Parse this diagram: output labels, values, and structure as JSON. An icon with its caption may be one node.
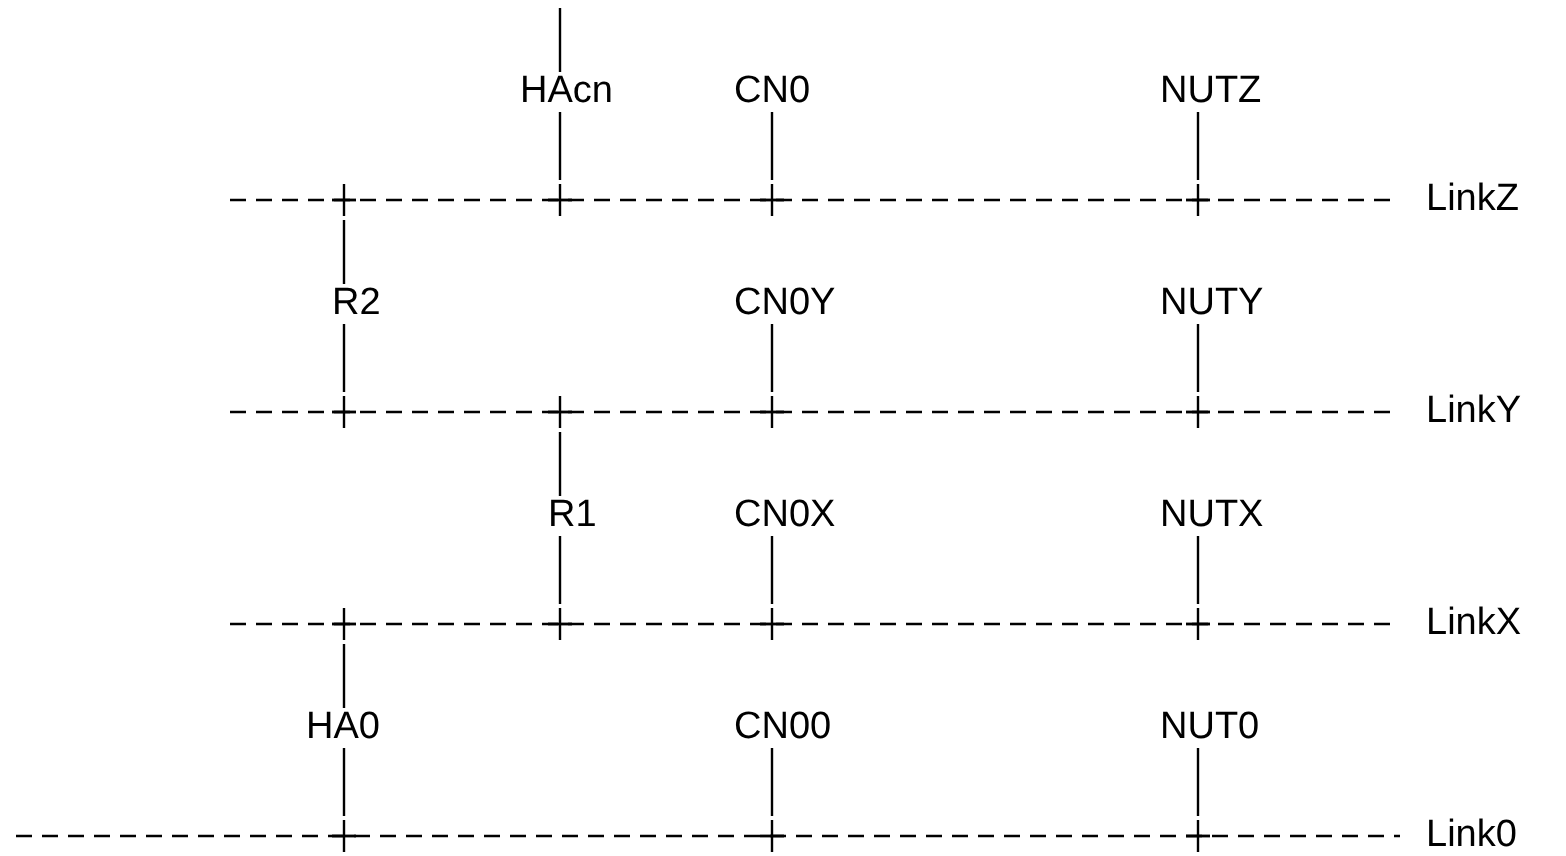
{
  "diagram": {
    "nodes": [
      {
        "text": [
          "HAcn"
        ]
      },
      {
        "text": [
          "CN0"
        ]
      },
      {
        "text": [
          "NUTZ"
        ]
      },
      {
        "text": [
          "LinkZ"
        ]
      },
      {
        "text": [
          "R2"
        ]
      },
      {
        "text": [
          "CN0Y"
        ]
      },
      {
        "text": [
          "NUTY"
        ]
      },
      {
        "text": [
          "LinkY"
        ]
      },
      {
        "text": [
          "R1"
        ]
      },
      {
        "text": [
          "CN0X"
        ]
      },
      {
        "text": [
          "NUTX"
        ]
      },
      {
        "text": [
          "LinkX"
        ]
      },
      {
        "text": [
          "HA0"
        ]
      },
      {
        "text": [
          "CN00"
        ]
      },
      {
        "text": [
          "NUT0"
        ]
      },
      {
        "text": [
          "Link0"
        ]
      }
    ],
    "edges": [
      {
        "from": null,
        "to": 0,
        "arrow": "none"
      },
      {
        "from": 0,
        "to": 3,
        "arrow": "none"
      },
      {
        "from": 1,
        "to": 3,
        "arrow": "none"
      },
      {
        "from": 2,
        "to": 3,
        "arrow": "none"
      },
      {
        "from": 4,
        "to": 3,
        "arrow": "none"
      },
      {
        "from": 4,
        "to": 7,
        "arrow": "none"
      },
      {
        "from": 5,
        "to": 7,
        "arrow": "none"
      },
      {
        "from": 6,
        "to": 7,
        "arrow": "none"
      },
      {
        "from": 8,
        "to": 7,
        "arrow": "none"
      },
      {
        "from": 8,
        "to": 11,
        "arrow": "none"
      },
      {
        "from": 9,
        "to": 11,
        "arrow": "none"
      },
      {
        "from": 10,
        "to": 11,
        "arrow": "none"
      },
      {
        "from": 12,
        "to": 11,
        "arrow": "none"
      },
      {
        "from": 12,
        "to": 15,
        "arrow": "none"
      },
      {
        "from": 13,
        "to": 15,
        "arrow": "none"
      },
      {
        "from": 14,
        "to": 15,
        "arrow": "none"
      }
    ]
  }
}
